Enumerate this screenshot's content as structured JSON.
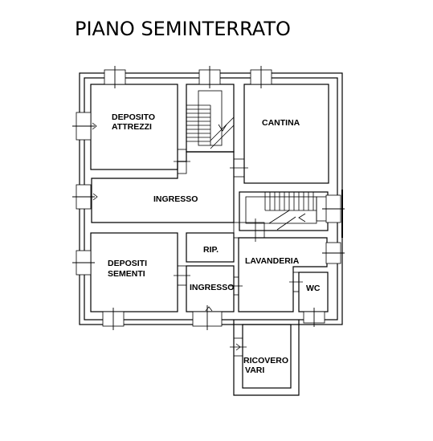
{
  "title": "PIANO SEMINTERRATO",
  "rooms": {
    "deposito_attrezzi": [
      "DEPOSITO",
      "ATTREZZI"
    ],
    "cantina": "CANTINA",
    "ingresso_main": "INGRESSO",
    "depositi_sementi": [
      "DEPOSITI",
      "SEMENTI"
    ],
    "rip": "RIP.",
    "ingresso_small": "INGRESSO",
    "lavanderia": "LAVANDERIA",
    "wc": "WC",
    "ricovero_vari": [
      "RICOVERO",
      "VARI"
    ]
  },
  "colors": {
    "line": "#000000",
    "background": "#ffffff"
  }
}
